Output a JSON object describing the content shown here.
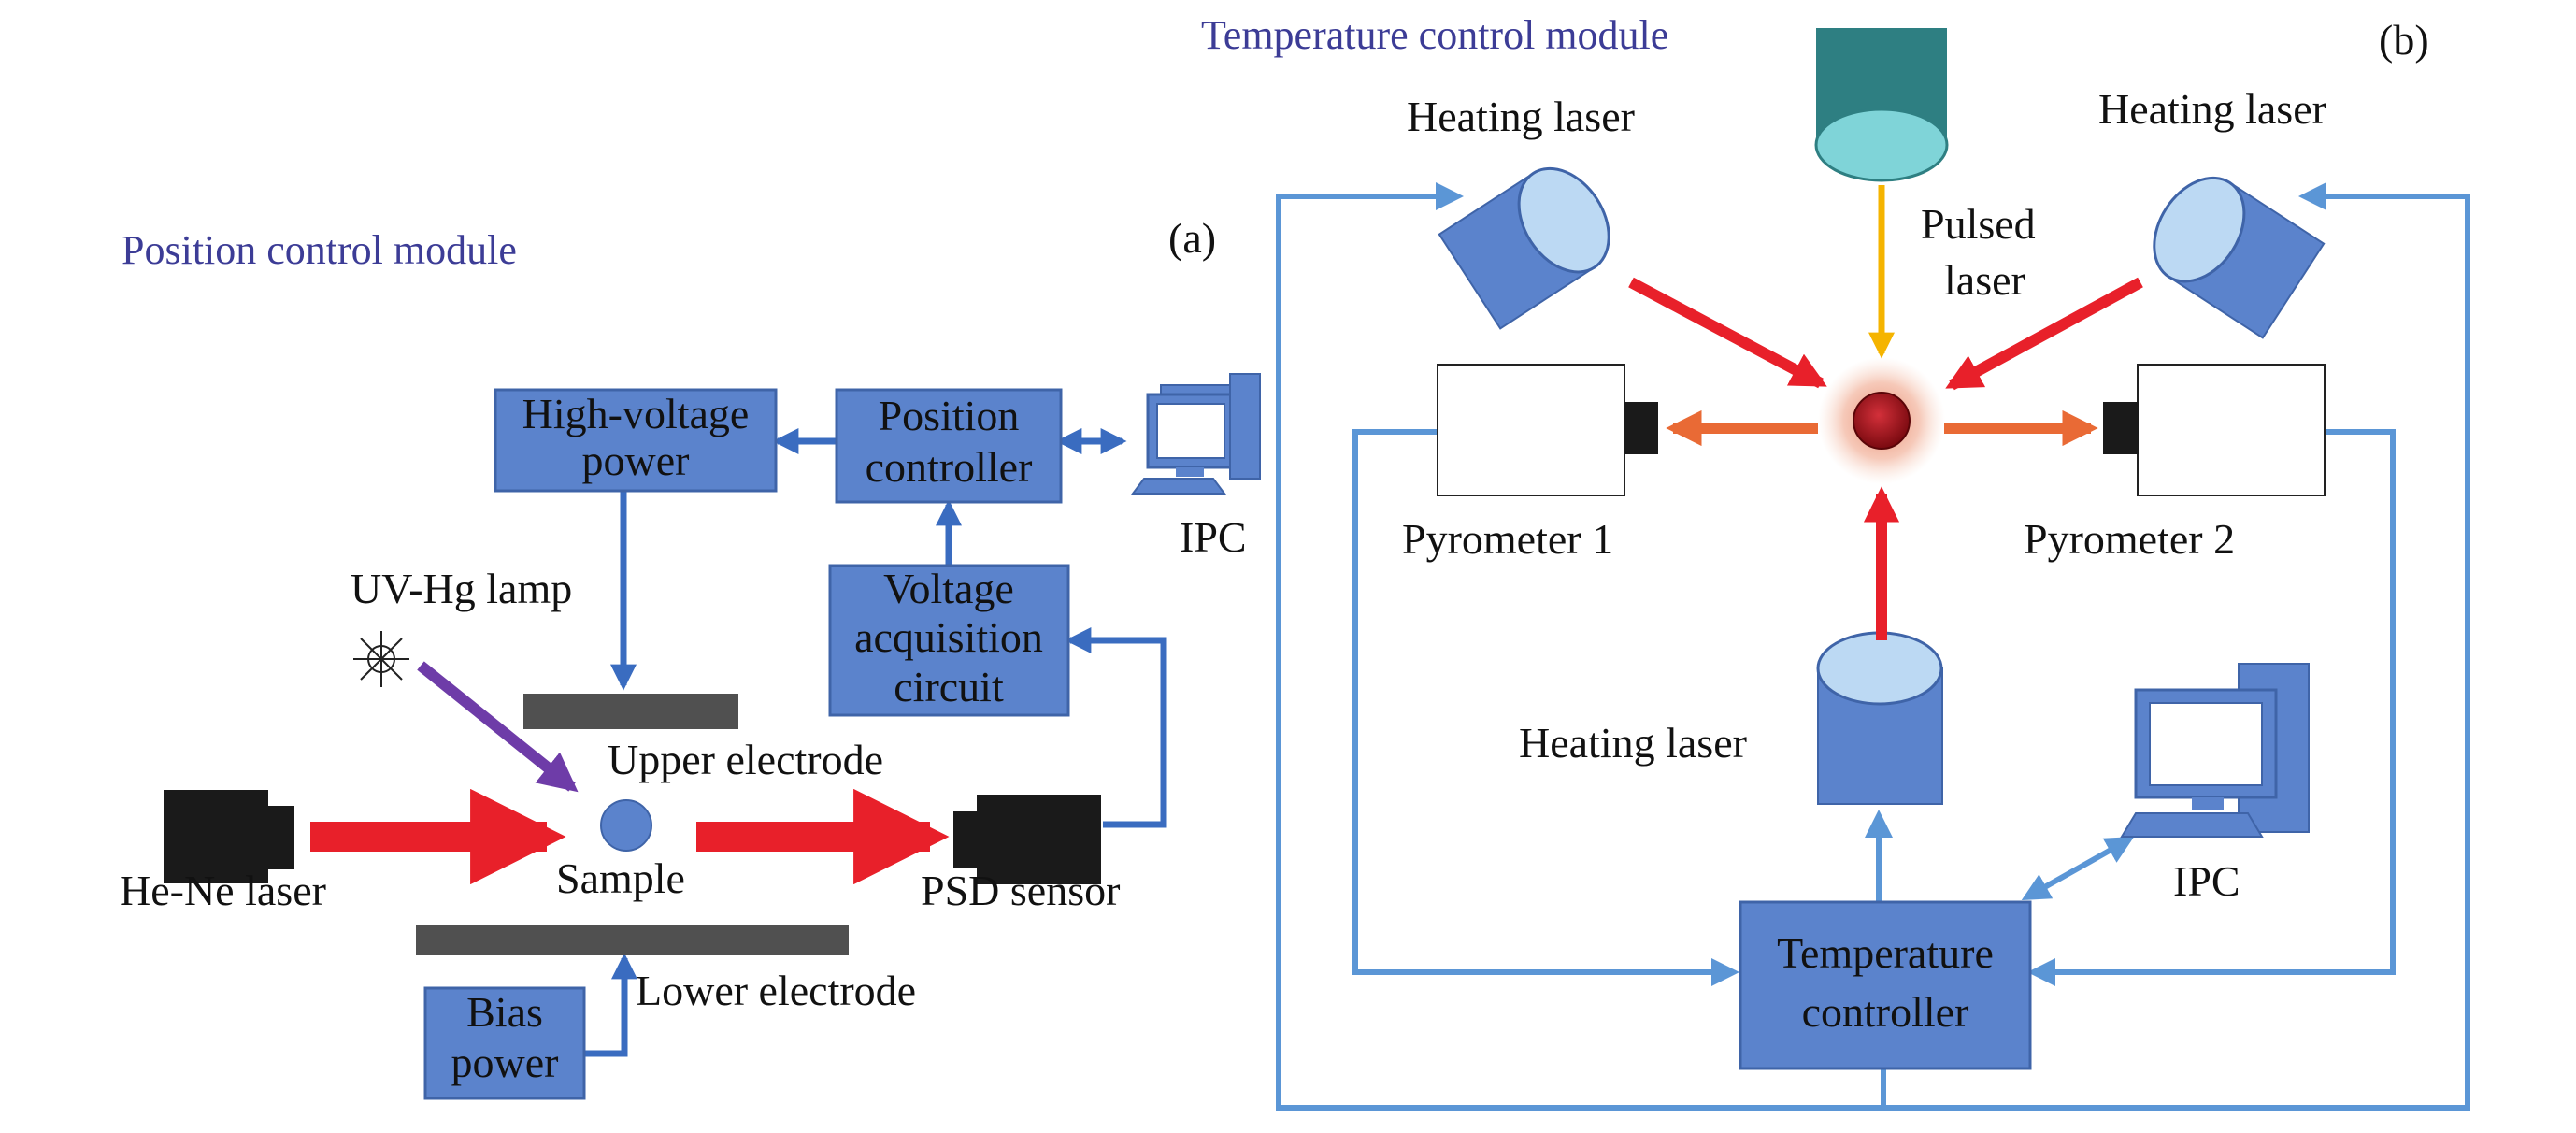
{
  "colors": {
    "box_fill": "#5b83cc",
    "box_stroke": "#3f64a8",
    "wire": "#3a6cc0",
    "wire_light": "#5b96d6",
    "red_beam": "#e8202a",
    "orange_beam": "#e96a35",
    "yellow_beam": "#f5b400",
    "uv_beam": "#6e3ca8",
    "module_title": "#3c3c96",
    "black_device": "#1a1a1a",
    "laser_body": "#5b83cc",
    "laser_face": "#bcd9f3",
    "pulsed_body": "#2e7f82",
    "pulsed_face": "#7fd4d8",
    "sample_fill": "#5b83cc",
    "hot_sample": "#a01018"
  },
  "panel_a": {
    "module_title": "Position control module",
    "panel_label": "(a)",
    "boxes": {
      "high_voltage": [
        "High-voltage",
        "power"
      ],
      "position_controller": [
        "Position",
        "controller"
      ],
      "voltage_acquisition": [
        "Voltage",
        "acquisition",
        "circuit"
      ],
      "bias_power": [
        "Bias",
        "power"
      ]
    },
    "labels": {
      "ipc": "IPC",
      "uv_lamp": "UV-Hg lamp",
      "upper_electrode": "Upper electrode",
      "lower_electrode": "Lower electrode",
      "sample": "Sample",
      "he_ne_laser": "He-Ne laser",
      "psd_sensor": "PSD sensor"
    }
  },
  "panel_b": {
    "module_title": "Temperature control module",
    "panel_label": "(b)",
    "boxes": {
      "temperature_controller": [
        "Temperature",
        "controller"
      ]
    },
    "labels": {
      "heating_laser_left": "Heating laser",
      "heating_laser_right": "Heating laser",
      "heating_laser_bottom": "Heating laser",
      "pulsed_laser": [
        "Pulsed",
        "laser"
      ],
      "pyrometer_1": "Pyrometer 1",
      "pyrometer_2": "Pyrometer 2",
      "ipc": "IPC"
    }
  }
}
